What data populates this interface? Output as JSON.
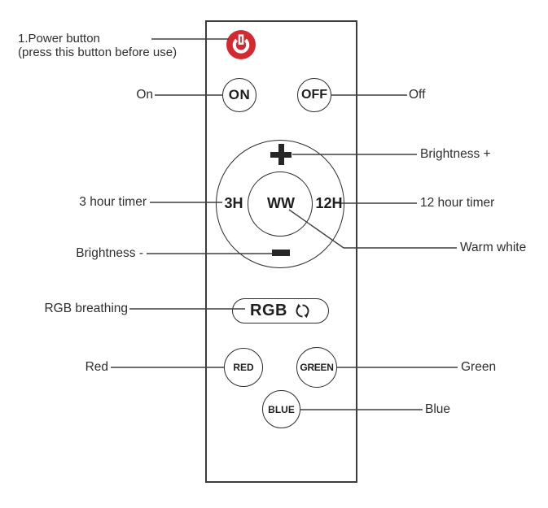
{
  "remote": {
    "on_button": "ON",
    "off_button": "OFF",
    "pad": {
      "left": "3H",
      "center": "WW",
      "right": "12H",
      "plus": "+",
      "minus": "-"
    },
    "rgb_button": {
      "label": "RGB"
    },
    "red_button": "RED",
    "green_button": "GREEN",
    "blue_button": "BLUE"
  },
  "labels": {
    "power_line1": "1.Power button",
    "power_line2": "(press this button before use)",
    "on": "On",
    "off": "Off",
    "brightness_plus": "Brightness +",
    "timer_3h": "3 hour timer",
    "timer_12h": "12 hour timer",
    "brightness_minus": "Brightness -",
    "warm_white": "Warm white",
    "rgb_breathing": "RGB breathing",
    "red": "Red",
    "green": "Green",
    "blue": "Blue"
  },
  "icons": {
    "power": "power-icon",
    "rgb_cycle": "rgb-cycle-icon",
    "brightness_up": "plus-icon",
    "brightness_down": "minus-icon"
  },
  "colors": {
    "power_red": "#d7282f",
    "line": "#3f3f3f",
    "text": "#2e2e2e"
  }
}
